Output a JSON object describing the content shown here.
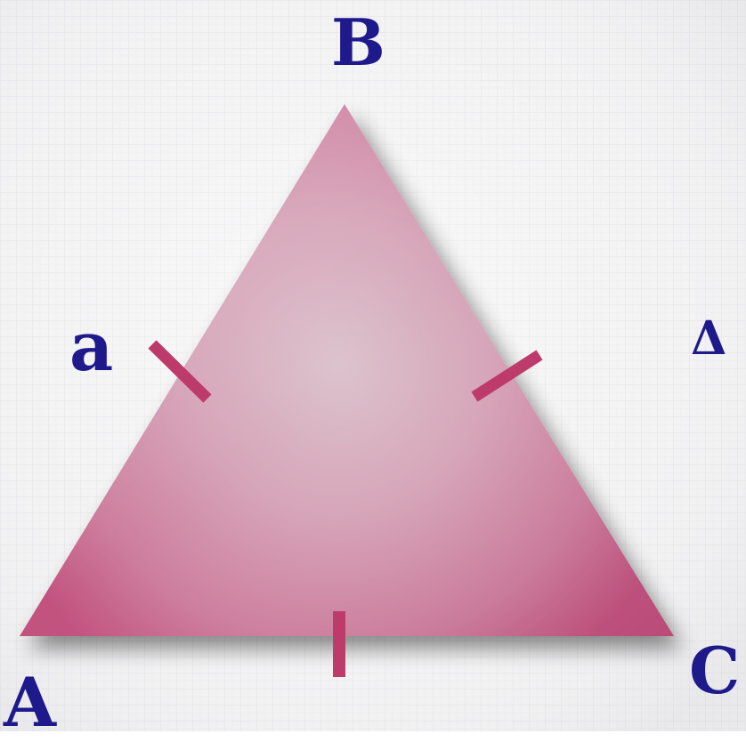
{
  "diagram": {
    "vertices": {
      "A": "A",
      "B": "B",
      "C": "C"
    },
    "side_label": "a",
    "partial_symbol": "Δ",
    "colors": {
      "label_text": "#1e1a8c",
      "tick_marks": "#bd3b6b",
      "triangle_light": "#dcc2cd",
      "triangle_dark": "#c05081",
      "background": "#f1f1f2",
      "grid": "#e3e3e6"
    },
    "tick_count": 3
  }
}
